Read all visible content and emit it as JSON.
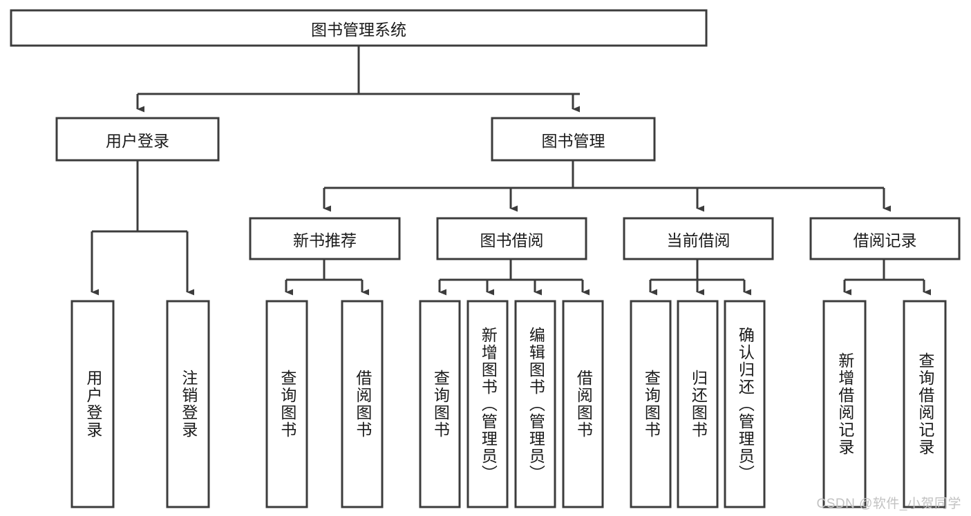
{
  "diagram": {
    "type": "tree-hierarchy",
    "title": "图书管理系统",
    "root": {
      "id": "root",
      "label": "图书管理系统",
      "level": 0
    },
    "level2": [
      {
        "id": "user-login",
        "label": "用户登录"
      },
      {
        "id": "book-manage",
        "label": "图书管理"
      }
    ],
    "level3": [
      {
        "id": "new-book-rec",
        "label": "新书推荐",
        "parent": "book-manage"
      },
      {
        "id": "book-borrow",
        "label": "图书借阅",
        "parent": "book-manage"
      },
      {
        "id": "current-borrow",
        "label": "当前借阅",
        "parent": "book-manage"
      },
      {
        "id": "borrow-record",
        "label": "借阅记录",
        "parent": "book-manage"
      }
    ],
    "leaves": [
      {
        "id": "leaf-user-login",
        "label": "用户登录",
        "parent": "user-login"
      },
      {
        "id": "leaf-logout",
        "label": "注销登录",
        "parent": "user-login"
      },
      {
        "id": "leaf-query-book-1",
        "label": "查询图书",
        "parent": "new-book-rec"
      },
      {
        "id": "leaf-borrow-book-1",
        "label": "借阅图书",
        "parent": "new-book-rec"
      },
      {
        "id": "leaf-query-book-2",
        "label": "查询图书",
        "parent": "book-borrow"
      },
      {
        "id": "leaf-add-book",
        "label": "新增图书（管理员）",
        "parent": "book-borrow"
      },
      {
        "id": "leaf-edit-book",
        "label": "编辑图书（管理员）",
        "parent": "book-borrow"
      },
      {
        "id": "leaf-borrow-book-2",
        "label": "借阅图书",
        "parent": "book-borrow"
      },
      {
        "id": "leaf-query-book-3",
        "label": "查询图书",
        "parent": "current-borrow"
      },
      {
        "id": "leaf-return-book",
        "label": "归还图书",
        "parent": "current-borrow"
      },
      {
        "id": "leaf-confirm-return",
        "label": "确认归还（管理员）",
        "parent": "current-borrow"
      },
      {
        "id": "leaf-add-record",
        "label": "新增借阅记录",
        "parent": "borrow-record"
      },
      {
        "id": "leaf-query-record",
        "label": "查询借阅记录",
        "parent": "borrow-record"
      }
    ],
    "colors": {
      "stroke": "#3c3c3c",
      "fill": "#ffffff",
      "text": "#1a1a1a",
      "watermark": "#c2c2c2"
    }
  },
  "watermark": {
    "text": "CSDN @软件_小贺同学"
  }
}
